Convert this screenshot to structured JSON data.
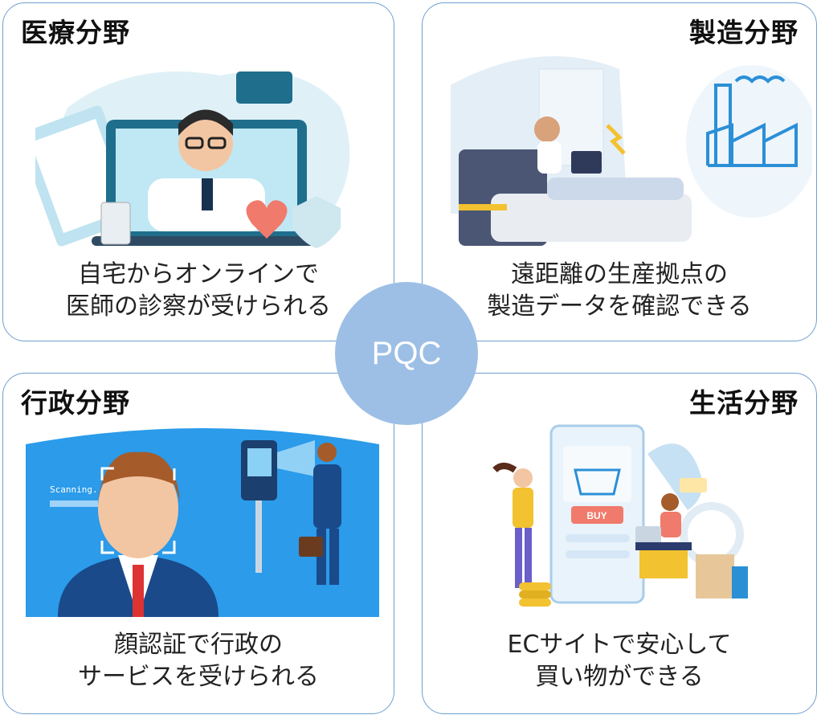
{
  "center": {
    "label": "PQC"
  },
  "cards": {
    "medical": {
      "title": "医療分野",
      "caption": [
        "自宅からオンラインで",
        "医師の診察が受けられる"
      ]
    },
    "manufacturing": {
      "title": "製造分野",
      "caption": [
        "遠距離の生産拠点の",
        "製造データを確認できる"
      ]
    },
    "government": {
      "title": "行政分野",
      "caption": [
        "顔認証で行政の",
        "サービスを受けられる"
      ],
      "scan_text": "Scanning..."
    },
    "life": {
      "title": "生活分野",
      "caption": [
        "ECサイトで安心して",
        "買い物ができる"
      ],
      "buy_label": "BUY"
    }
  },
  "colors": {
    "border": "#6f9fd0",
    "center_fill": "#9dbfe6",
    "illustration_blue": "#2b8fd6"
  }
}
